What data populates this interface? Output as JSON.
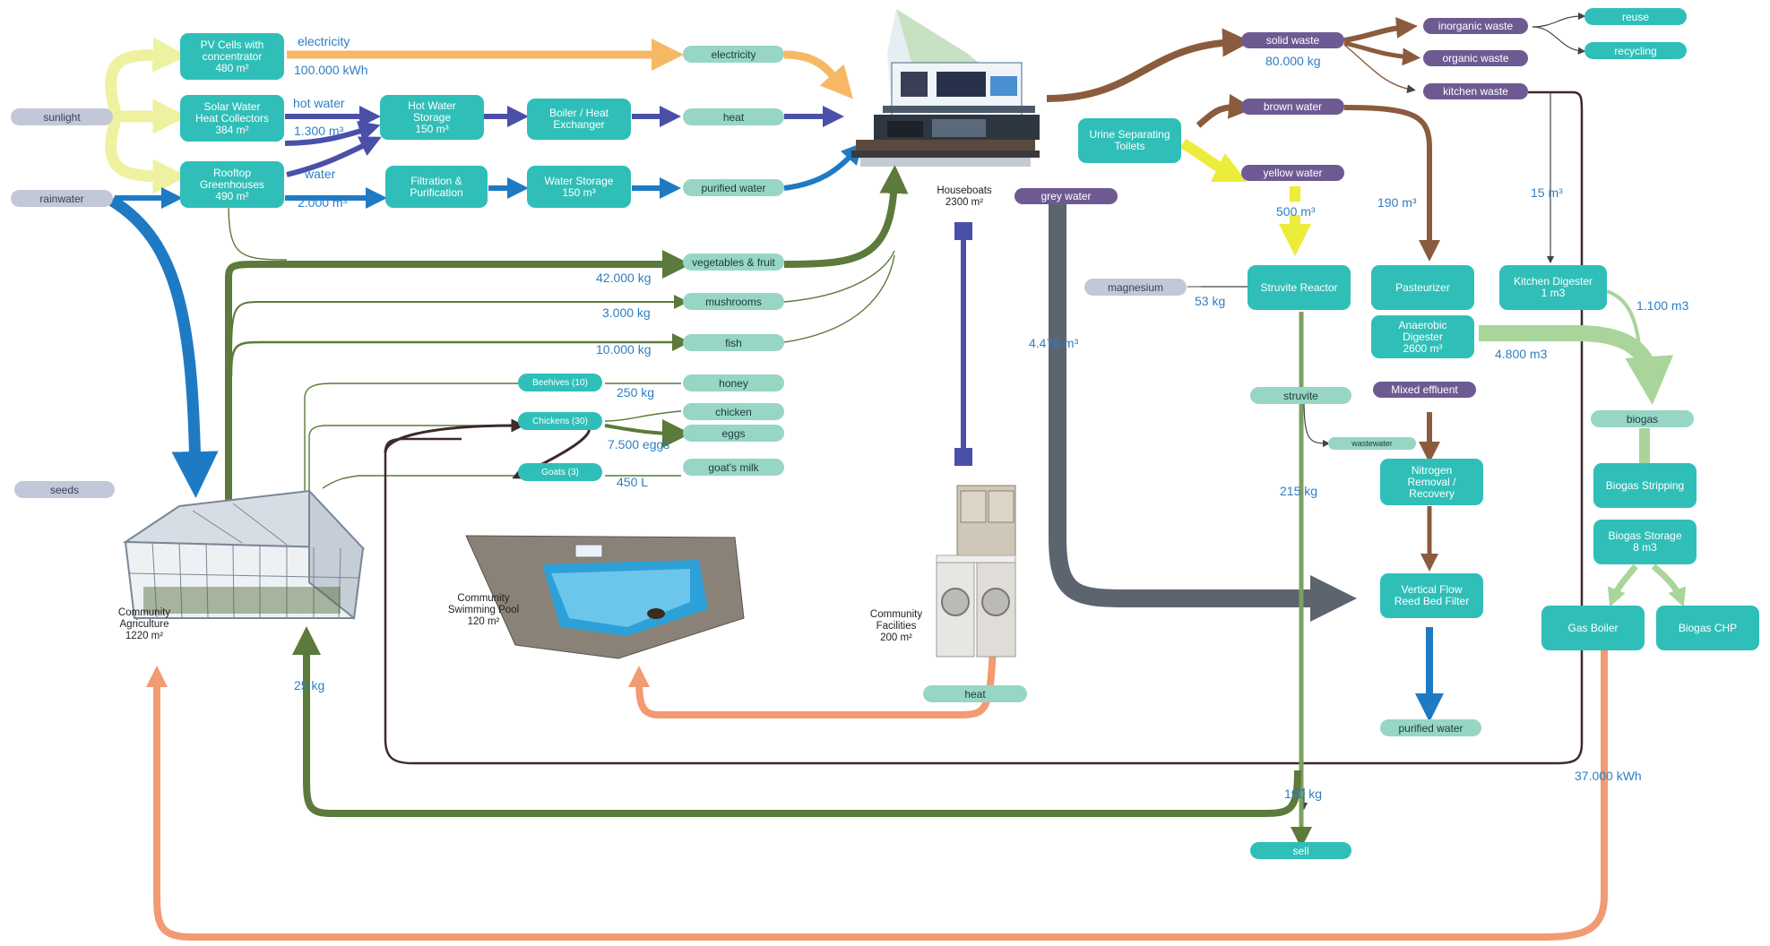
{
  "processes": {
    "pv": "PV Cells with\nconcentrator\n480 m²",
    "solar": "Solar Water\nHeat Collectors\n384 m²",
    "rooftop": "Rooftop\nGreenhouses\n490 m²",
    "hw_storage": "Hot Water\nStorage\n150 m³",
    "boiler_hx": "Boiler / Heat\nExchanger",
    "filtration": "Filtration &\nPurification",
    "water_storage": "Water Storage\n150 m³",
    "beehives": "Beehives (10)",
    "chickens": "Chickens (30)",
    "goats": "Goats (3)",
    "urine_toilets": "Urine Separating\nToilets",
    "struvite_reactor": "Struvite Reactor",
    "pasteurizer": "Pasteurizer",
    "kitchen_digester": "Kitchen Digester\n1 m3",
    "anaerobic": "Anaerobic\nDigester\n2600 m³",
    "nitrogen": "Nitrogen\nRemoval /\nRecovery",
    "vf_reed": "Vertical Flow\nReed Bed Filter",
    "biogas_strip": "Biogas Stripping",
    "biogas_storage": "Biogas Storage\n8 m3",
    "gas_boiler": "Gas Boiler",
    "biogas_chp": "Biogas CHP"
  },
  "inputs": {
    "sunlight": "sunlight",
    "rainwater": "rainwater",
    "seeds": "seeds",
    "magnesium": "magnesium"
  },
  "outputs": {
    "electricity": "electricity",
    "heat": "heat",
    "purified_water": "purified water",
    "vegetables": "vegetables & fruit",
    "mushrooms": "mushrooms",
    "fish": "fish",
    "honey": "honey",
    "chicken": "chicken",
    "eggs": "eggs",
    "goats_milk": "goat's milk",
    "reuse": "reuse",
    "recycling": "recycling",
    "struvite": "struvite",
    "wastewater": "wastewater",
    "biogas": "biogas",
    "purified_water2": "purified water",
    "sell": "sell",
    "heat2": "heat"
  },
  "waste": {
    "solid_waste": "solid waste",
    "inorganic_waste": "inorganic waste",
    "organic_waste": "organic waste",
    "kitchen_waste": "kitchen waste",
    "brown_water": "brown water",
    "yellow_water": "yellow water",
    "grey_water": "grey water",
    "mixed_effluent": "Mixed effluent"
  },
  "flow_labels": {
    "electricity_word": "electricity",
    "electricity_qty": "100.000 kWh",
    "hot_water_word": "hot water",
    "hot_water_qty": "1.300 m³",
    "water_word": "water",
    "water_qty": "2.000 m³",
    "veg_qty": "42.000 kg",
    "mush_qty": "3.000 kg",
    "fish_qty": "10.000 kg",
    "honey_qty": "250 kg",
    "eggs_qty": "7.500 eggs",
    "milk_qty": "450 L",
    "solid_qty": "80.000 kg",
    "yellow_qty": "500 m³",
    "brown_qty": "190 m³",
    "kitchen_qty": "15 m³",
    "biogas_kitchen_qty": "1.100 m3",
    "biogas_anaerobic_qty": "4.800 m3",
    "magnesium_qty": "53 kg",
    "grey_qty": "4.470 m³",
    "struvite_qty": "215 kg",
    "sell_qty": "190 kg",
    "return_qty": "25 kg",
    "energy_qty": "37.000 kWh"
  },
  "places": {
    "houseboats": "Houseboats\n2300 m²",
    "agriculture": "Community\nAgriculture\n1220 m²",
    "pool": "Community\nSwimming Pool\n120 m²",
    "facilities": "Community\nFacilities\n200 m²"
  },
  "colors": {
    "teal": "#2fbfb8",
    "light_green": "#97d6c4",
    "input_grey": "#c3c8d8",
    "waste_purple": "#6e5a93",
    "orange": "#f7b866",
    "salmon": "#f29a72",
    "indigo": "#4a50a8",
    "blue": "#1f7ac4",
    "olive": "#5b7a3b",
    "brown": "#8a5c3d",
    "yellow": "#ecec3a",
    "slate": "#5c6470",
    "pale_yellow": "#eef2a0",
    "light_green_flow": "#a9d59a",
    "dark_brown": "#3d2a2a"
  }
}
